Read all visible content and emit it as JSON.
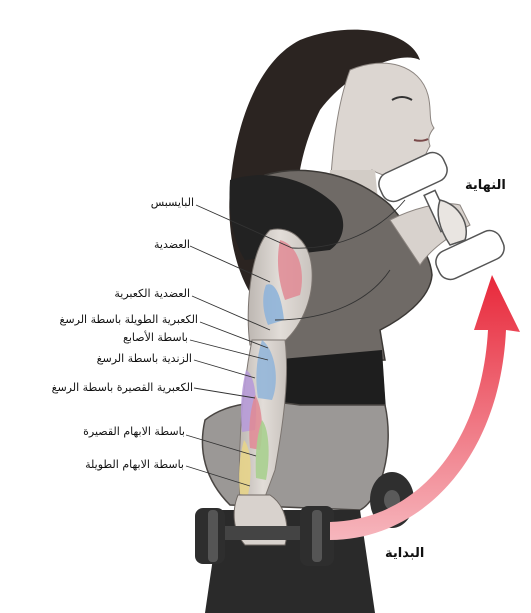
{
  "labels": {
    "biceps": "البايسبس",
    "brachialis": "العضدية",
    "brachioradialis": "العضدية الكعبرية",
    "ecrl": "الكعبرية الطويلة باسطة الرسغ",
    "ext_digitorum": "باسطة الأصابع",
    "ecu": "الزندية باسطة الرسغ",
    "ecrb": "الكعبرية القصيرة باسطة الرسغ",
    "epb": "باسطة الابهام القصيرة",
    "epl": "باسطة الابهام الطويلة"
  },
  "positions": {
    "end": "النهاية",
    "start": "البداية"
  },
  "colors": {
    "arrow": "#e8283a",
    "skin": "#d7d2cd",
    "hair": "#2b2421",
    "top": "#222222",
    "tank": "#6f6a66",
    "shorts": "#9b9896",
    "muscle_red": "#e08a94",
    "muscle_blue": "#8fb4d9",
    "muscle_purple": "#b79bd8",
    "muscle_green": "#a9cf8f",
    "muscle_yellow": "#e7d48a"
  }
}
